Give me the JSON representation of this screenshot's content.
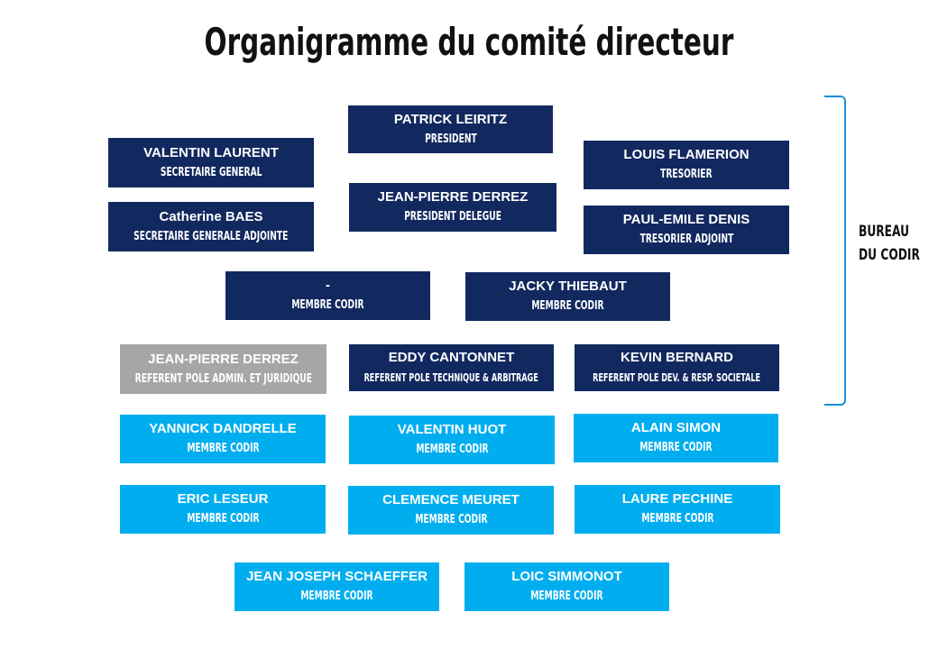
{
  "title": "Organigramme du comité directeur",
  "bureau_label": [
    "BUREAU",
    "DU CODIR"
  ],
  "members": [
    {
      "name": "PATRICK LEIRITZ",
      "role": "PRESIDENT"
    },
    {
      "name": "VALENTIN LAURENT",
      "role": "SECRETAIRE GENERAL"
    },
    {
      "name": "LOUIS FLAMERION",
      "role": "TRESORIER"
    },
    {
      "name": "JEAN-PIERRE DERREZ",
      "role": "PRESIDENT DELEGUE"
    },
    {
      "name": "Catherine BAES",
      "role": "SECRETAIRE GENERALE ADJOINTE"
    },
    {
      "name": "PAUL-EMILE DENIS",
      "role": "TRESORIER ADJOINT"
    },
    {
      "name": "-",
      "role": "MEMBRE CODIR"
    },
    {
      "name": "JACKY THIEBAUT",
      "role": "MEMBRE CODIR"
    },
    {
      "name": "JEAN-PIERRE DERREZ",
      "role": "REFERENT POLE ADMIN. ET JURIDIQUE"
    },
    {
      "name": "EDDY CANTONNET",
      "role": "REFERENT POLE TECHNIQUE & ARBITRAGE"
    },
    {
      "name": "KEVIN BERNARD",
      "role": "REFERENT POLE DEV. & RESP. SOCIETALE"
    },
    {
      "name": "YANNICK DANDRELLE",
      "role": "MEMBRE CODIR"
    },
    {
      "name": "VALENTIN HUOT",
      "role": "MEMBRE CODIR"
    },
    {
      "name": "ALAIN SIMON",
      "role": "MEMBRE CODIR"
    },
    {
      "name": "ERIC LESEUR",
      "role": "MEMBRE CODIR"
    },
    {
      "name": "CLEMENCE MEURET",
      "role": "MEMBRE CODIR"
    },
    {
      "name": "LAURE PECHINE",
      "role": "MEMBRE CODIR"
    },
    {
      "name": "JEAN JOSEPH SCHAEFFER",
      "role": "MEMBRE CODIR"
    },
    {
      "name": "LOIC SIMMONOT",
      "role": "MEMBRE CODIR"
    }
  ],
  "colors": {
    "bureau_box": "#12295f",
    "member_box": "#00aeef",
    "vacant_referent_box": "#a6a6a6",
    "bracket": "#1a8fd6"
  }
}
